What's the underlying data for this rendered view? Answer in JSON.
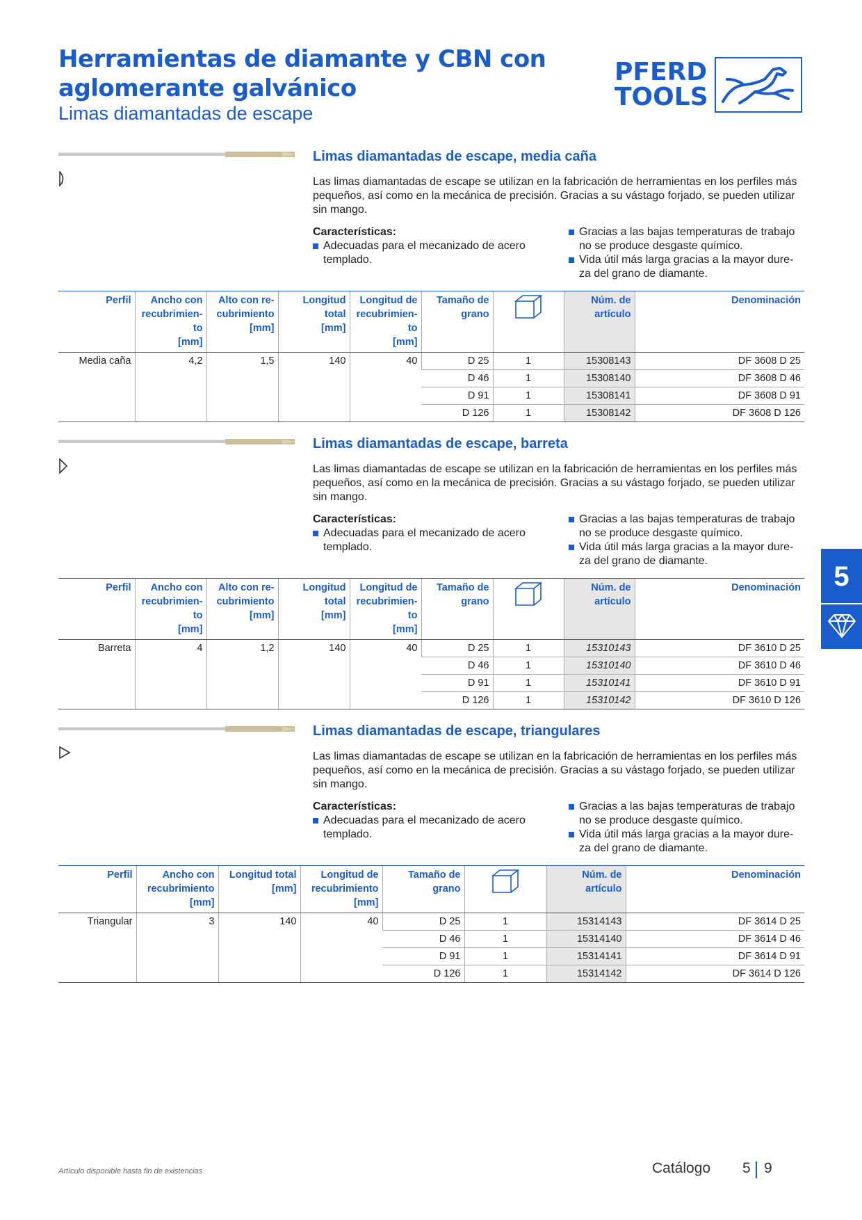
{
  "header": {
    "title_line1": "Herramientas de diamante y CBN con",
    "title_line2": "aglomerante galvánico",
    "subtitle": "Limas diamantadas de escape",
    "logo_line1": "PFERD",
    "logo_line2": "TOOLS",
    "logo_icon": "horse-icon"
  },
  "side_tab": {
    "number": "5",
    "icon": "diamond-icon"
  },
  "columns_6": {
    "perfil": "Perfil",
    "ancho": [
      "Ancho con",
      "recubrimien-",
      "to",
      "[mm]"
    ],
    "alto": [
      "Alto con re-",
      "cubrimiento",
      "[mm]"
    ],
    "longitud_total": [
      "Longitud",
      "total",
      "[mm]"
    ],
    "longitud_rec": [
      "Longitud de",
      "recubrimien-",
      "to",
      "[mm]"
    ],
    "tamano": [
      "Tamaño de",
      "grano"
    ],
    "num": [
      "Núm. de",
      "artículo"
    ],
    "denominacion": "Denominación"
  },
  "columns_5": {
    "perfil": "Perfil",
    "ancho": [
      "Ancho con",
      "recubrimiento",
      "[mm]"
    ],
    "longitud_total": [
      "Longitud total",
      "[mm]"
    ],
    "longitud_rec": [
      "Longitud de",
      "recubrimiento",
      "[mm]"
    ],
    "tamano": [
      "Tamaño de",
      "grano"
    ],
    "num": [
      "Núm. de",
      "artículo"
    ],
    "denominacion": "Denominación"
  },
  "common": {
    "description": "Las limas diamantadas de escape se utilizan en la fabricación de herramientas en los perfiles más pequeños, así como en la mecánica de precisión. Gracias a su vástago forjado, se pueden utilizar sin mango.",
    "features_head": "Características:",
    "feature1": "Adecuadas para el mecanizado de acero templado.",
    "feature2": "Gracias a las bajas temperaturas de trabajo no se produce desgaste químico.",
    "feature3": "Vida útil más larga gracias a la mayor dure-za del grano de diamante."
  },
  "sections": [
    {
      "title": "Limas diamantadas de escape, media caña",
      "perfil": "Media caña",
      "ancho": "4,2",
      "alto": "1,5",
      "longitud_total": "140",
      "longitud_rec": "40",
      "rows": [
        {
          "grano": "D 25",
          "qty": "1",
          "num": "15308143",
          "den": "DF 3608 D 25"
        },
        {
          "grano": "D 46",
          "qty": "1",
          "num": "15308140",
          "den": "DF 3608 D 46"
        },
        {
          "grano": "D 91",
          "qty": "1",
          "num": "15308141",
          "den": "DF 3608 D 91"
        },
        {
          "grano": "D 126",
          "qty": "1",
          "num": "15308142",
          "den": "DF 3608 D 126"
        }
      ]
    },
    {
      "title": "Limas diamantadas de escape, barreta",
      "perfil": "Barreta",
      "ancho": "4",
      "alto": "1,2",
      "longitud_total": "140",
      "longitud_rec": "40",
      "rows": [
        {
          "grano": "D 25",
          "qty": "1",
          "num": "15310143",
          "den": "DF 3610 D 25"
        },
        {
          "grano": "D 46",
          "qty": "1",
          "num": "15310140",
          "den": "DF 3610 D 46"
        },
        {
          "grano": "D 91",
          "qty": "1",
          "num": "15310141",
          "den": "DF 3610 D 91"
        },
        {
          "grano": "D 126",
          "qty": "1",
          "num": "15310142",
          "den": "DF 3610 D 126"
        }
      ]
    },
    {
      "title": "Limas diamantadas de escape, triangulares",
      "perfil": "Triangular",
      "ancho": "3",
      "longitud_total": "140",
      "longitud_rec": "40",
      "rows": [
        {
          "grano": "D 25",
          "qty": "1",
          "num": "15314143",
          "den": "DF 3614 D 25"
        },
        {
          "grano": "D 46",
          "qty": "1",
          "num": "15314140",
          "den": "DF 3614 D 46"
        },
        {
          "grano": "D 91",
          "qty": "1",
          "num": "15314141",
          "den": "DF 3614 D 91"
        },
        {
          "grano": "D 126",
          "qty": "1",
          "num": "15314142",
          "den": "DF 3614 D 126"
        }
      ]
    }
  ],
  "footer": {
    "note": "Artículo disponible hasta fin de existencias",
    "catalog": "Catálogo",
    "chapter": "5",
    "page": "9"
  },
  "colors": {
    "brand": "#1a5ccc",
    "shade": "#e6e6e6"
  }
}
